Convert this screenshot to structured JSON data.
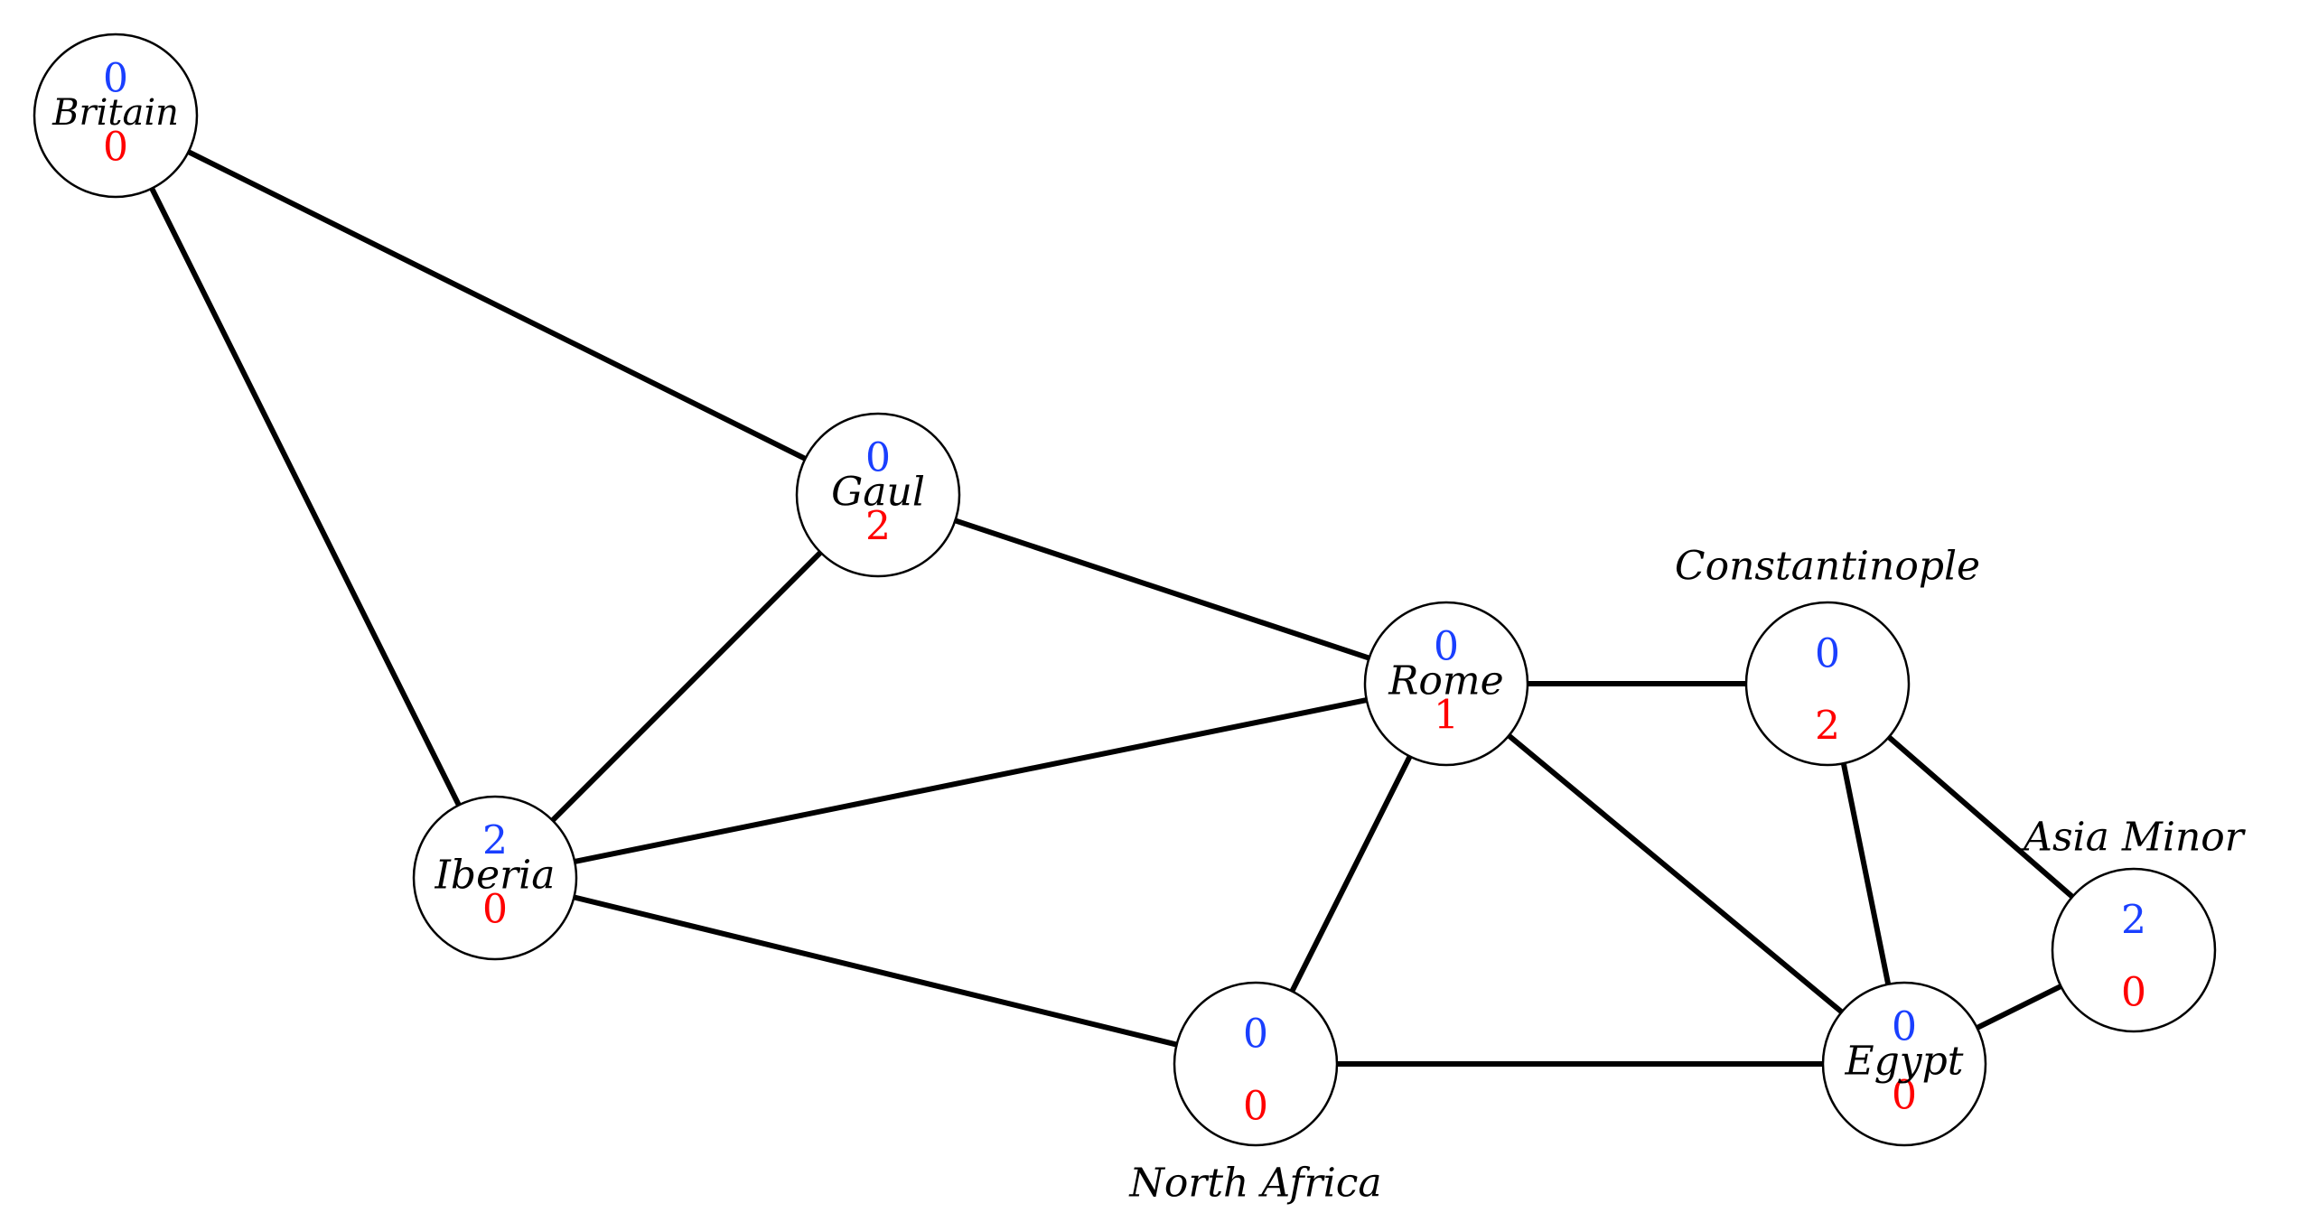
{
  "colors": {
    "blue_count": "#1a3fff",
    "red_count": "#ff0000",
    "node_stroke": "#000000",
    "edge": "#000000",
    "background": "#ffffff"
  },
  "nodes": [
    {
      "id": "britain",
      "name": "Britain",
      "blue": "0",
      "red": "0"
    },
    {
      "id": "gaul",
      "name": "Gaul",
      "blue": "0",
      "red": "2"
    },
    {
      "id": "iberia",
      "name": "Iberia",
      "blue": "2",
      "red": "0"
    },
    {
      "id": "rome",
      "name": "Rome",
      "blue": "0",
      "red": "1"
    },
    {
      "id": "constantinople",
      "name": "Constantinople",
      "blue": "0",
      "red": "2"
    },
    {
      "id": "asia-minor",
      "name": "Asia Minor",
      "blue": "2",
      "red": "0"
    },
    {
      "id": "north-africa",
      "name": "North Africa",
      "blue": "0",
      "red": "0"
    },
    {
      "id": "egypt",
      "name": "Egypt",
      "blue": "0",
      "red": "0"
    }
  ],
  "edges": [
    [
      "britain",
      "gaul"
    ],
    [
      "britain",
      "iberia"
    ],
    [
      "gaul",
      "iberia"
    ],
    [
      "gaul",
      "rome"
    ],
    [
      "iberia",
      "rome"
    ],
    [
      "iberia",
      "north-africa"
    ],
    [
      "rome",
      "constantinople"
    ],
    [
      "rome",
      "north-africa"
    ],
    [
      "rome",
      "egypt"
    ],
    [
      "constantinople",
      "egypt"
    ],
    [
      "constantinople",
      "asia-minor"
    ],
    [
      "asia-minor",
      "egypt"
    ],
    [
      "north-africa",
      "egypt"
    ]
  ]
}
